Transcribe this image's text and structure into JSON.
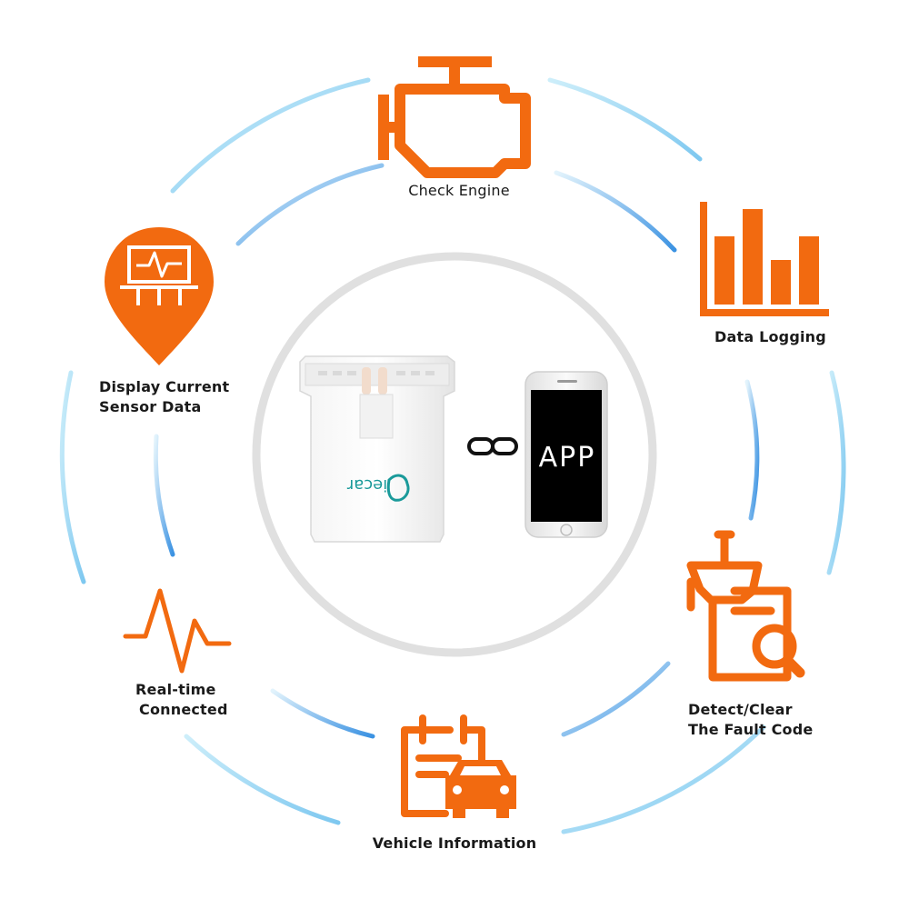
{
  "colors": {
    "accent": "#f26a10",
    "ring_light": "#bfe6f7",
    "ring_dark": "#2f8fe0",
    "center_ring": "#e0e0e0",
    "phone_screen": "#000000",
    "brand_teal": "#1a9a9a"
  },
  "icons": [
    "engine-icon",
    "bar-chart-icon",
    "magnifier-icon",
    "car-icon",
    "calendar-icon",
    "pulse-icon",
    "map-pin-icon",
    "link-icon"
  ],
  "features": {
    "check_engine": "Check Engine",
    "data_logging": "Data Logging",
    "fault_code_line1": "Detect/Clear",
    "fault_code_line2": "The Fault Code",
    "vehicle_info": "Vehicle Information",
    "realtime_line1": "Real-time",
    "realtime_line2": "Connected",
    "sensor_line1": "Display Current",
    "sensor_line2": "Sensor Data"
  },
  "center": {
    "app_label": "APP",
    "device_brand": "iecar"
  }
}
